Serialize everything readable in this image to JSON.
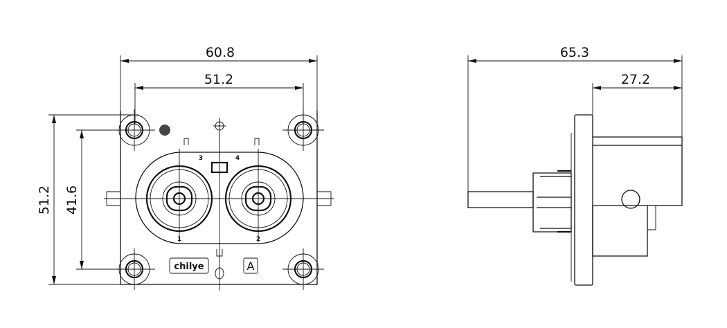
{
  "front_view": {
    "dim_width_overall": "60.8",
    "dim_hole_spacing_h": "51.2",
    "dim_height_overall": "51.2",
    "dim_hole_spacing_v": "41.6",
    "pin_labels": [
      "1",
      "2",
      "3",
      "4"
    ],
    "brand_logo": "chilye",
    "variant_mark": "A"
  },
  "side_view": {
    "dim_length_overall": "65.3",
    "dim_rear_length": "27.2"
  }
}
